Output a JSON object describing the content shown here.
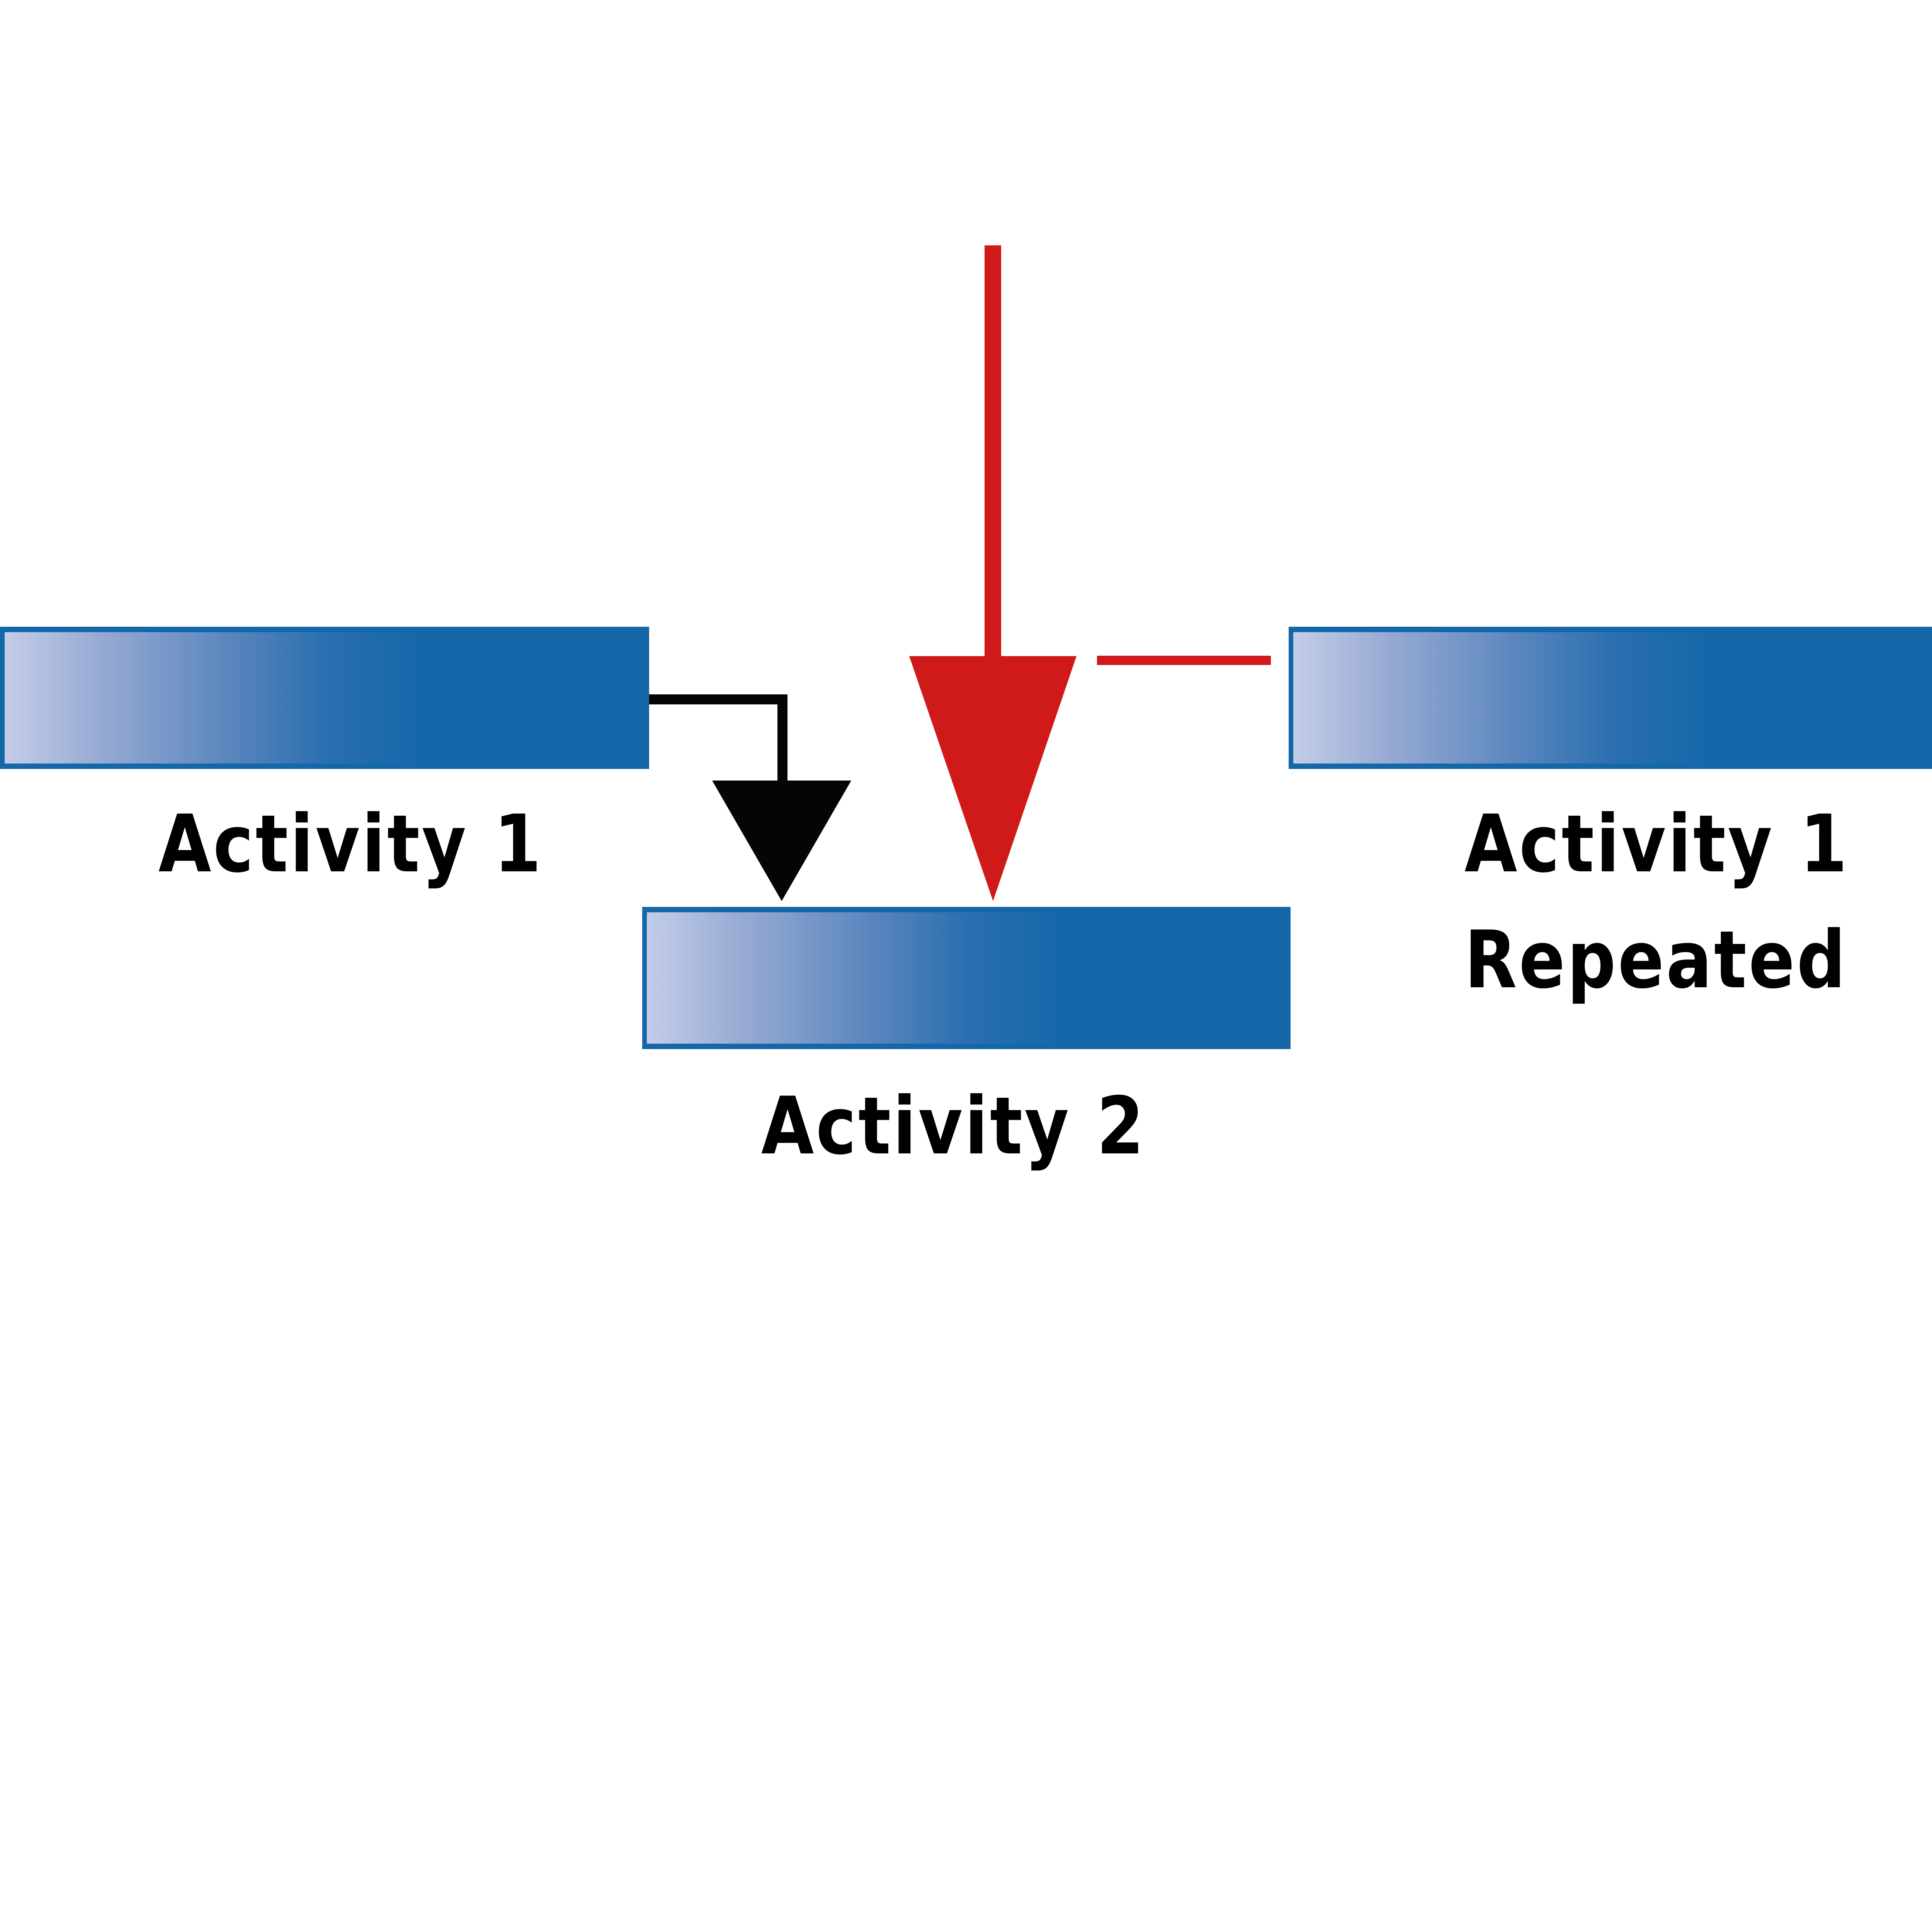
{
  "diagram": {
    "activities": [
      {
        "id": "activity-1",
        "label": "Activity 1"
      },
      {
        "id": "activity-2",
        "label": "Activity 2"
      },
      {
        "id": "activity-1-repeated",
        "label_line1": "Activity 1",
        "label_line2": "Repeated"
      }
    ],
    "connectors": [
      {
        "from": "activity-1",
        "to": "activity-2",
        "type": "dependency",
        "color": "#040507"
      },
      {
        "from": "external",
        "to": "activity-2",
        "type": "interrupt",
        "color": "#d01a1a"
      }
    ],
    "colors": {
      "bar_dark": "#1467a9",
      "bar_light": "#c3cde8",
      "arrow_black": "#040507",
      "arrow_red": "#d01a1a"
    }
  }
}
